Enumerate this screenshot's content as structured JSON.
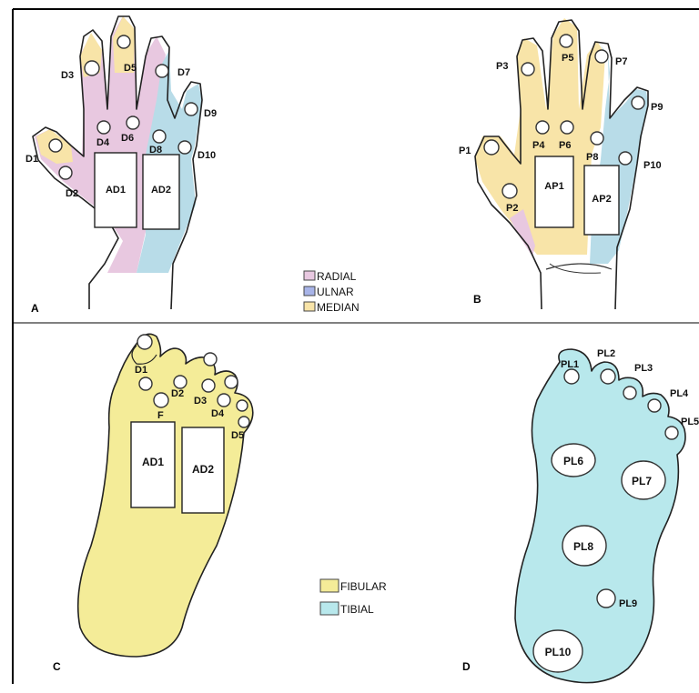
{
  "colors": {
    "radial": "#e8c8e0",
    "ulnar": "#b8dce8",
    "median": "#f8e4a8",
    "fibular": "#f4ec98",
    "tibial": "#b8e8ec"
  },
  "panels": {
    "A": {
      "letter": "A",
      "digit_labels": [
        "D1",
        "D2",
        "D3",
        "D4",
        "D5",
        "D6",
        "D7",
        "D8",
        "D9",
        "D10"
      ],
      "box_labels": [
        "AD1",
        "AD2"
      ]
    },
    "B": {
      "letter": "B",
      "digit_labels": [
        "P1",
        "P2",
        "P3",
        "P4",
        "P5",
        "P6",
        "P7",
        "P8",
        "P9",
        "P10"
      ],
      "box_labels": [
        "AP1",
        "AP2"
      ]
    },
    "C": {
      "letter": "C",
      "digit_labels": [
        "D1",
        "D2",
        "D3",
        "D4",
        "D5",
        "F"
      ],
      "box_labels": [
        "AD1",
        "AD2"
      ]
    },
    "D": {
      "letter": "D",
      "digit_labels": [
        "PL1",
        "PL2",
        "PL3",
        "PL4",
        "PL5"
      ],
      "pad_labels": [
        "PL6",
        "PL7",
        "PL8",
        "PL9",
        "PL10"
      ]
    }
  },
  "hand_legend": [
    "RADIAL",
    "ULNAR",
    "MEDIAN"
  ],
  "foot_legend": [
    "FIBULAR",
    "TIBIAL"
  ]
}
